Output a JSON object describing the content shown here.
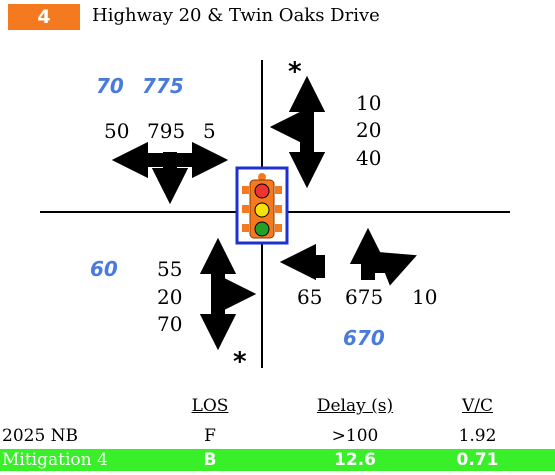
{
  "header": {
    "number": "4",
    "title": "Highway 20 & Twin Oaks Drive"
  },
  "colors": {
    "accent_orange": "#f57a1f",
    "mitigation_green": "#39ef2a",
    "future_blue": "#4a7bdc",
    "signal_border": "#1f2fd0"
  },
  "icons": [
    "traffic-signal-icon",
    "arrow-left-through-right-icon",
    "arrow-left-through-icon",
    "arrow-right-turn-icon",
    "asterisk-icon"
  ],
  "southbound": {
    "left": "50",
    "through": "795",
    "right": "5",
    "future_left": "70",
    "future_through": "775"
  },
  "westbound": {
    "right": "10",
    "through": "20",
    "left": "40",
    "marker": "*"
  },
  "eastbound": {
    "left": "55",
    "through": "20",
    "right": "70",
    "future": "60",
    "marker": "*"
  },
  "northbound": {
    "left": "65",
    "through": "675",
    "right": "10",
    "future": "670"
  },
  "table": {
    "headers": [
      "",
      "LOS",
      "Delay (s)",
      "V/C"
    ],
    "rows": [
      [
        "2025 NB",
        "F",
        ">100",
        "1.92"
      ],
      [
        "Mitigation 4",
        "B",
        "12.6",
        "0.71"
      ]
    ]
  }
}
